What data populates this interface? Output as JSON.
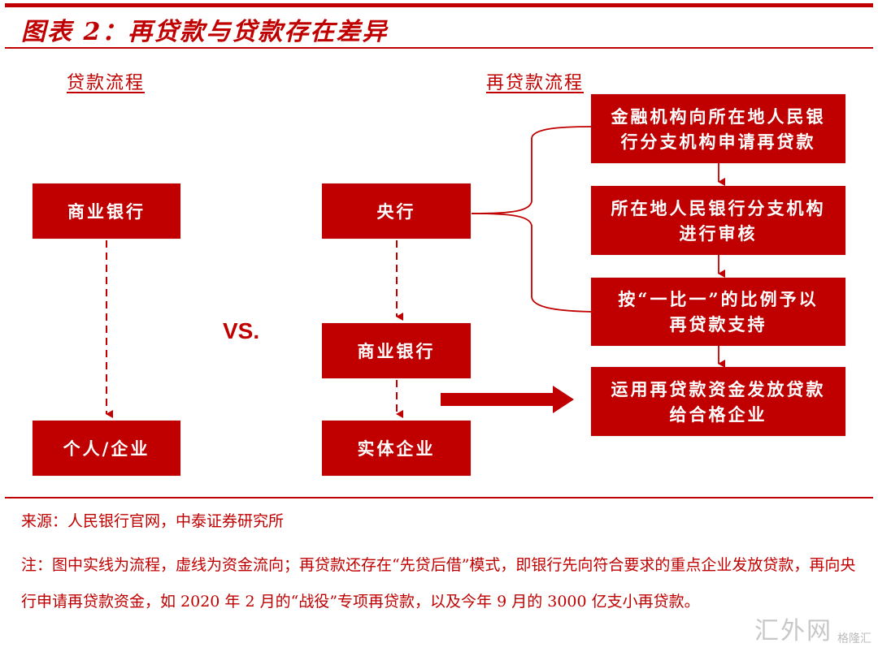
{
  "header": {
    "title": "图表 2：再贷款与贷款存在差异"
  },
  "left_flow": {
    "heading": "贷款流程",
    "nodes": [
      "商业银行",
      "个人/企业"
    ]
  },
  "comparison_label": "VS.",
  "right_flow": {
    "heading": "再贷款流程",
    "central_nodes": [
      "央行",
      "商业银行",
      "实体企业"
    ],
    "steps": [
      "金融机构向所在地人民银行分支机构申请再贷款",
      "所在地人民银行分支机构进行审核",
      "按“一比一”的比例予以再贷款支持",
      "运用再贷款资金发放贷款给合格企业"
    ],
    "steps_lines": [
      [
        "金融机构向所在地人民银",
        "行分支机构申请再贷款"
      ],
      [
        "所在地人民银行分支机构",
        "进行审核"
      ],
      [
        "按“一比一”的比例予以",
        "再贷款支持"
      ],
      [
        "运用再贷款资金发放贷款",
        "给合格企业"
      ]
    ]
  },
  "footer": {
    "source": "来源：人民银行官网，中泰证券研究所",
    "note": "注：图中实线为流程，虚线为资金流向；再贷款还存在“先贷后借”模式，即银行先向符合要求的重点企业发放贷款，再向央行申请再贷款资金，如 2020 年 2 月的“战役”专项再贷款，以及今年 9 月的 3000 亿支小再贷款。"
  },
  "watermark": {
    "main": "汇外网",
    "sub": "格隆汇"
  },
  "colors": {
    "accent": "#c00000",
    "box_text": "#ffffff",
    "watermark": "#c8c8c8"
  }
}
